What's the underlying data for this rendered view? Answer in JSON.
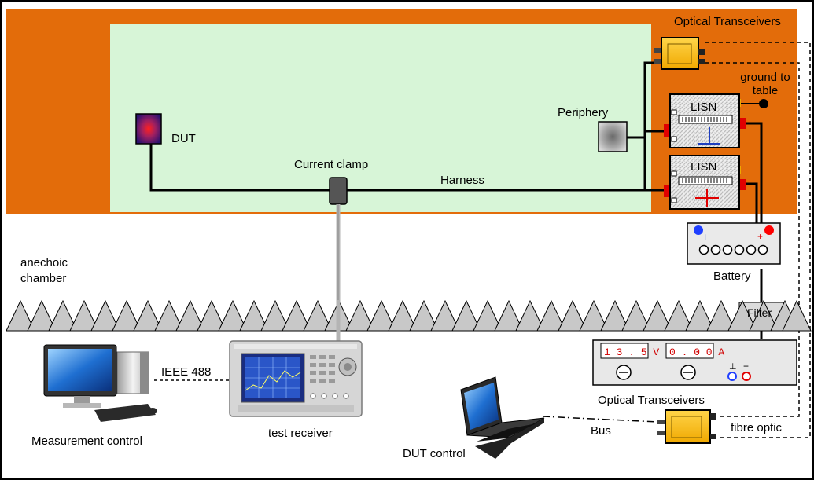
{
  "labels": {
    "optical_transceivers_top": "Optical Transceivers",
    "ground_to_table": "ground to table",
    "periphery": "Periphery",
    "dut": "DUT",
    "current_clamp": "Current clamp",
    "harness": "Harness",
    "lisn": "LISN",
    "battery": "Battery",
    "anechoic_chamber": "anechoic chamber",
    "filter": "Filter",
    "ieee_488": "IEEE 488",
    "measurement_control": "Measurement  control",
    "test_receiver": "test receiver",
    "optical_transceivers_bottom": "Optical Transceivers",
    "bus": "Bus",
    "fibre_optic": "fibre optic",
    "dut_control": "DUT control"
  },
  "power_supply": {
    "voltage": "13.5V",
    "current": "0.00A"
  },
  "colors": {
    "table_orange": "#e36c0a",
    "ground_plane_green": "#d7f5d7",
    "transceiver_yellow": "#ffc000",
    "terminal_red": "#ff0000",
    "terminal_blue": "#0000ff"
  }
}
